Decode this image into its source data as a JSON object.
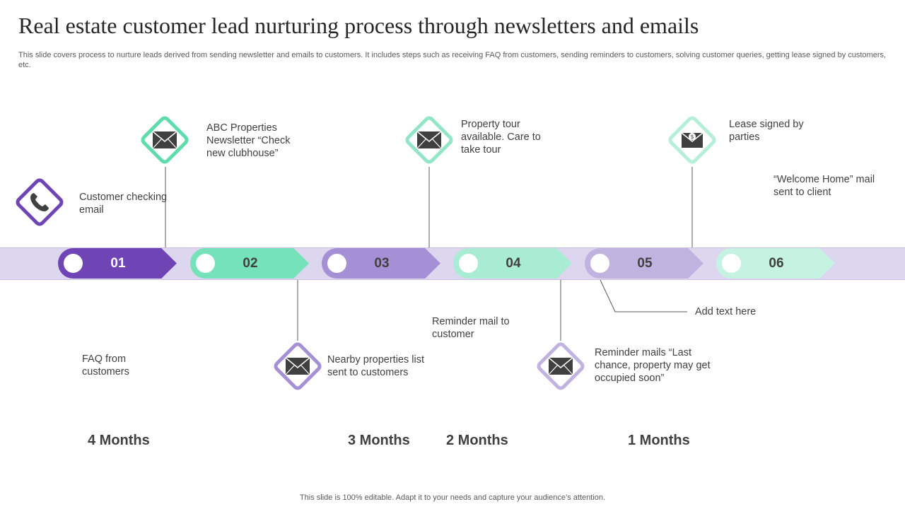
{
  "title": "Real estate customer lead nurturing process through newsletters and emails",
  "subtitle": "This slide covers process to nurture leads derived from sending newsletter and emails to customers. It includes steps such as receiving FAQ from customers, sending reminders to customers, solving customer queries, getting lease signed by customers, etc.",
  "steps": [
    {
      "number": "01",
      "color": "#6f45b5",
      "text_color": "#ffffff"
    },
    {
      "number": "02",
      "color": "#76e2b9",
      "text_color": "#404040"
    },
    {
      "number": "03",
      "color": "#a58fd5",
      "text_color": "#404040"
    },
    {
      "number": "04",
      "color": "#a9ecd4",
      "text_color": "#404040"
    },
    {
      "number": "05",
      "color": "#c1b3e0",
      "text_color": "#404040"
    },
    {
      "number": "06",
      "color": "#c6f2e2",
      "text_color": "#404040"
    }
  ],
  "icons": {
    "phone": {
      "icon": "phone-icon",
      "color": "#6f45b5"
    },
    "mail_1": {
      "icon": "envelope-icon",
      "color": "#5fdcab"
    },
    "mail_2": {
      "icon": "envelope-icon",
      "color": "#a58fd5"
    },
    "mail_3": {
      "icon": "envelope-icon",
      "color": "#92e6c6"
    },
    "mail_4": {
      "icon": "envelope-icon",
      "color": "#c1b3e0"
    },
    "mail_5": {
      "icon": "dollar-envelope-icon",
      "color": "#b5efd8"
    }
  },
  "labels": {
    "customer_checking_email": "Customer checking email",
    "abc_newsletter": "ABC Properties Newsletter “Check new clubhouse”",
    "property_tour": "Property tour available.  Care to take tour",
    "lease_signed": "Lease signed by parties",
    "welcome_home": "“Welcome Home” mail sent to client",
    "faq": "FAQ from customers",
    "nearby_properties": "Nearby properties list sent to customers",
    "reminder_mail": "Reminder mail to customer",
    "reminder_last_chance": "Reminder mails “Last chance, property may get occupied soon”",
    "add_text": "Add text here"
  },
  "months": {
    "m4": "4 Months",
    "m3": "3 Months",
    "m2": "2 Months",
    "m1": "1 Months"
  },
  "footer": "This slide is 100% editable. Adapt it to your needs and capture your audience’s attention."
}
